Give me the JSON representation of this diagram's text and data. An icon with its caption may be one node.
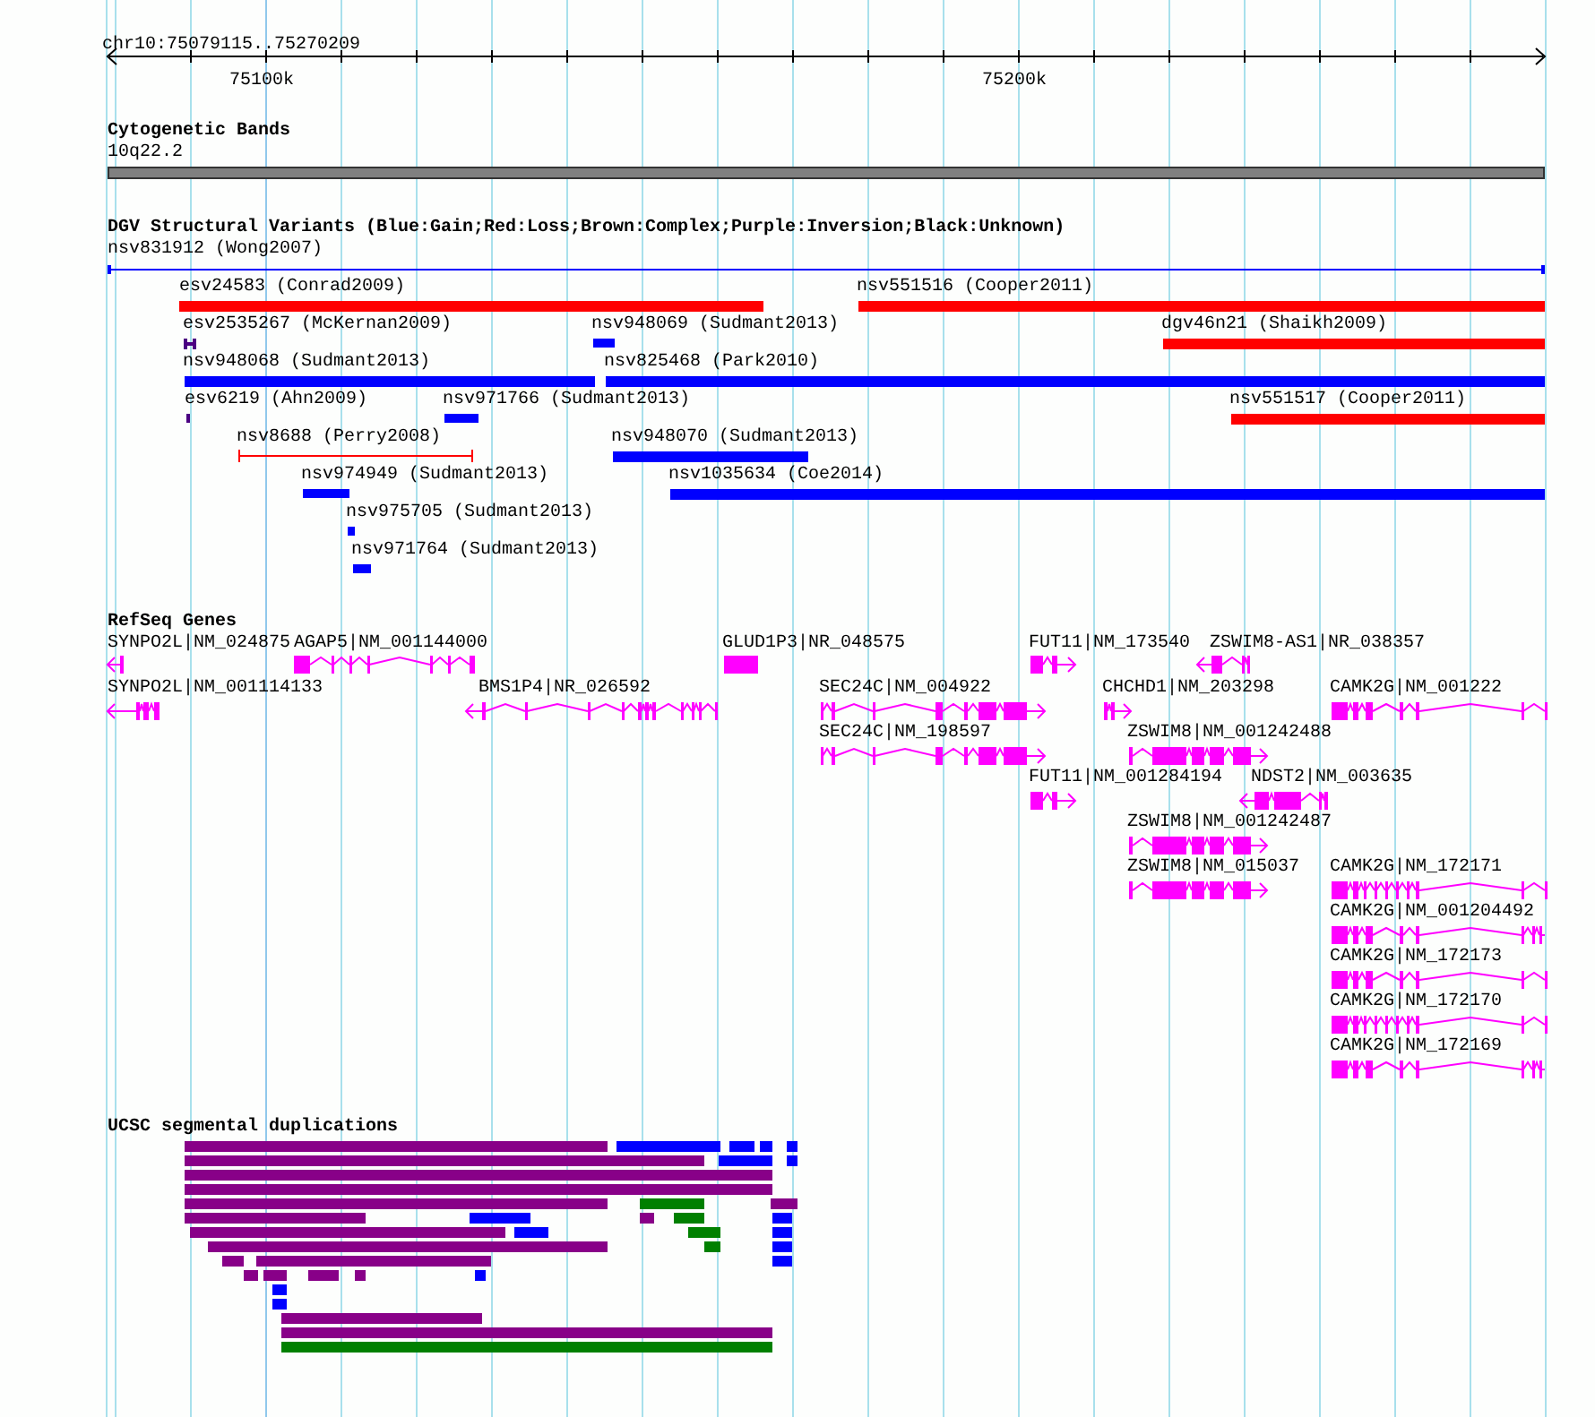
{
  "diagram": {
    "labels": [
      "chr10:75079115..75270209",
      "75100k",
      "75200k",
      "Cytogenetic Bands",
      "10q22.2",
      "DGV Structural Variants (Blue:Gain;Red:Loss;Brown:Complex;Purple:Inversion;Black:Unknown)",
      "nsv831912 (Wong2007)",
      "esv24583 (Conrad2009)",
      "nsv551516 (Cooper2011)",
      "esv2535267 (McKernan2009)",
      "nsv948069 (Sudmant2013)",
      "dgv46n21 (Shaikh2009)",
      "nsv948068 (Sudmant2013)",
      "nsv825468 (Park2010)",
      "esv6219 (Ahn2009)",
      "nsv971766 (Sudmant2013)",
      "nsv551517 (Cooper2011)",
      "nsv8688 (Perry2008)",
      "nsv948070 (Sudmant2013)",
      "nsv974949 (Sudmant2013)",
      "nsv1035634 (Coe2014)",
      "nsv975705 (Sudmant2013)",
      "nsv971764 (Sudmant2013)",
      "RefSeq Genes",
      "SYNPO2L|NM_024875",
      "AGAP5|NM_001144000",
      "GLUD1P3|NR_048575",
      "FUT11|NM_173540",
      "ZSWIM8-AS1|NR_038357",
      "SYNPO2L|NM_001114133",
      "BMS1P4|NR_026592",
      "SEC24C|NM_004922",
      "CHCHD1|NM_203298",
      "CAMK2G|NM_001222",
      "SEC24C|NM_198597",
      "ZSWIM8|NM_001242488",
      "FUT11|NM_001284194",
      "NDST2|NM_003635",
      "ZSWIM8|NM_001242487",
      "ZSWIM8|NM_015037",
      "CAMK2G|NM_172171",
      "CAMK2G|NM_001204492",
      "CAMK2G|NM_172173",
      "CAMK2G|NM_172170",
      "CAMK2G|NM_172169",
      "UCSC segmental duplications"
    ]
  }
}
